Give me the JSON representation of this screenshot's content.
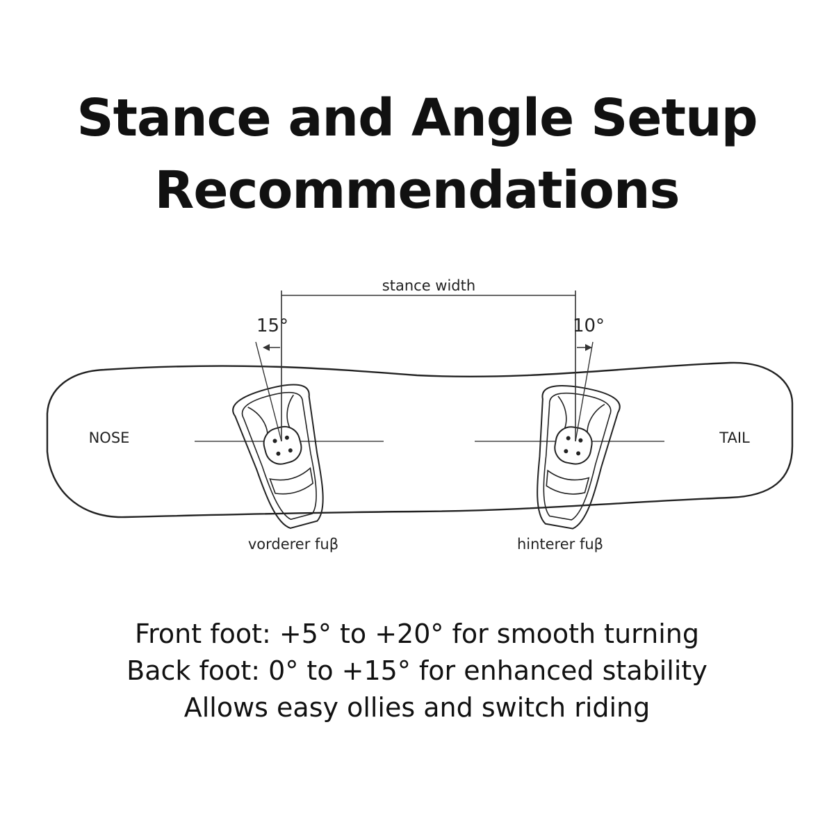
{
  "title": {
    "line1": "Stance and Angle Setup",
    "line2": "Recommendations"
  },
  "diagram": {
    "stance_width_label": "stance width",
    "front_angle_label": "15°",
    "back_angle_label": "10°",
    "front_angle_deg": 15,
    "back_angle_deg": 10,
    "nose_label": "NOSE",
    "tail_label": "TAIL",
    "front_foot_label": "vorderer fuβ",
    "back_foot_label": "hinterer fuβ",
    "line_color": "#222222"
  },
  "notes": {
    "line1": "Front foot: +5° to +20° for smooth turning",
    "line2": "Back foot: 0° to +15° for enhanced stability",
    "line3": "Allows easy ollies and switch riding"
  }
}
